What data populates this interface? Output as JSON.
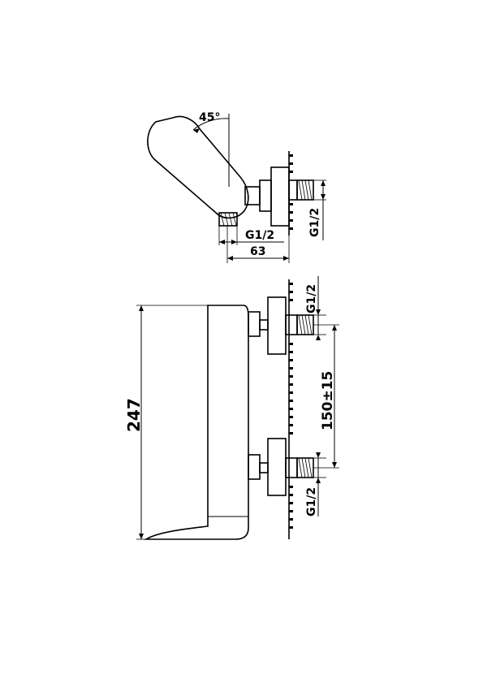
{
  "top_view": {
    "angle_label": "45°",
    "thread_left_label": "G1/2",
    "thread_right_label": "G1/2",
    "width_label": "63"
  },
  "side_view": {
    "height_label": "247",
    "spacing_label": "150±15",
    "thread_top_label": "G1/2",
    "thread_bottom_label": "G1/2"
  }
}
